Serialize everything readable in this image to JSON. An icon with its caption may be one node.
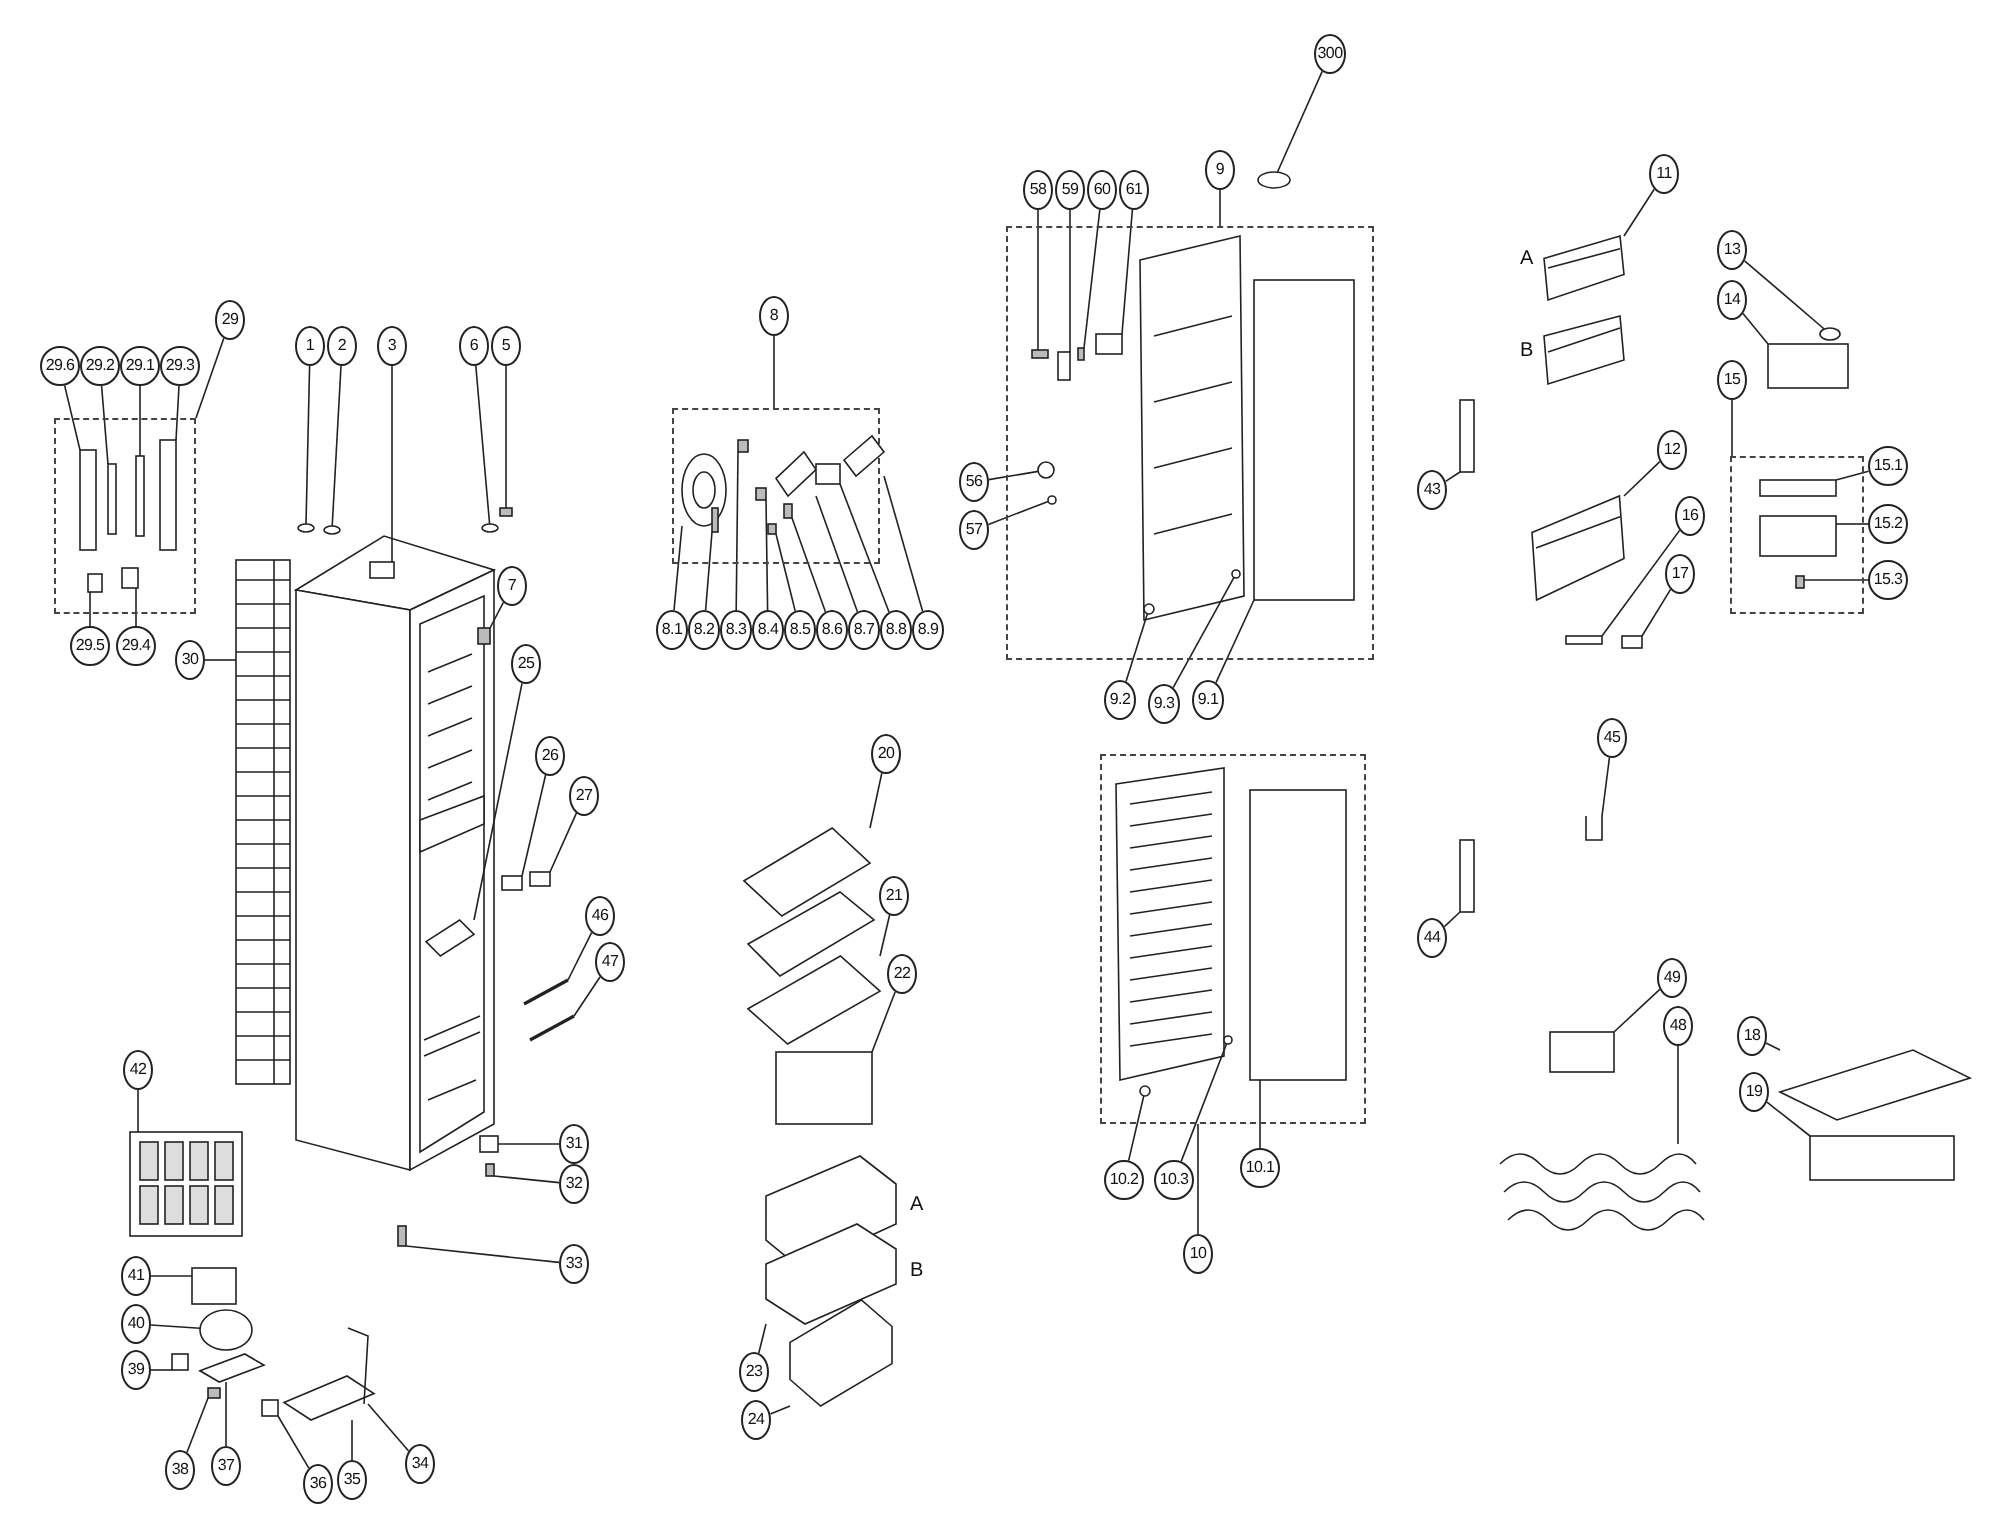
{
  "diagram": {
    "nodes": [
      {
        "text": [
          "300"
        ]
      },
      {
        "text": [
          "9"
        ]
      },
      {
        "text": [],
        "shape": "box"
      },
      {
        "text": [
          "58"
        ]
      },
      {
        "text": [
          "59"
        ]
      },
      {
        "text": [
          "60"
        ]
      },
      {
        "text": [
          "61"
        ]
      },
      {
        "text": [
          "11"
        ]
      },
      {
        "text": [
          "13"
        ]
      },
      {
        "text": [
          "14"
        ]
      },
      {
        "text": [
          "8"
        ]
      },
      {
        "text": [],
        "shape": "box"
      },
      {
        "text": [
          "29"
        ]
      },
      {
        "text": [],
        "shape": "box"
      },
      {
        "text": [
          "29.6"
        ]
      },
      {
        "text": [
          "29.2"
        ]
      },
      {
        "text": [
          "29.1"
        ]
      },
      {
        "text": [
          "29.3"
        ]
      },
      {
        "text": [
          "1"
        ]
      },
      {
        "text": [
          "2"
        ]
      },
      {
        "text": [
          "3"
        ]
      },
      {
        "text": [
          "6"
        ]
      },
      {
        "text": [
          "5"
        ]
      },
      {
        "text": [
          "15"
        ]
      },
      {
        "text": [],
        "shape": "box"
      },
      {
        "text": [
          "15.1"
        ]
      },
      {
        "text": [
          "12"
        ]
      },
      {
        "text": [
          "56"
        ]
      },
      {
        "text": [
          "43"
        ]
      },
      {
        "text": [
          "15.2"
        ]
      },
      {
        "text": [
          "57"
        ]
      },
      {
        "text": [
          "16"
        ]
      },
      {
        "text": [
          "17"
        ]
      },
      {
        "text": [
          "15.3"
        ]
      },
      {
        "text": [
          "7"
        ]
      },
      {
        "text": [
          "8.1"
        ]
      },
      {
        "text": [
          "8.2"
        ]
      },
      {
        "text": [
          "8.3"
        ]
      },
      {
        "text": [
          "8.4"
        ]
      },
      {
        "text": [
          "8.5"
        ]
      },
      {
        "text": [
          "8.6"
        ]
      },
      {
        "text": [
          "8.7"
        ]
      },
      {
        "text": [
          "8.8"
        ]
      },
      {
        "text": [
          "8.9"
        ]
      },
      {
        "text": [
          "29.5"
        ]
      },
      {
        "text": [
          "29.4"
        ]
      },
      {
        "text": [
          "30"
        ]
      },
      {
        "text": [
          "25"
        ]
      },
      {
        "text": [
          "9.2"
        ]
      },
      {
        "text": [
          "9.3"
        ]
      },
      {
        "text": [
          "9.1"
        ]
      },
      {
        "text": [
          "45"
        ]
      },
      {
        "text": [
          "26"
        ]
      },
      {
        "text": [
          "20"
        ]
      },
      {
        "text": [
          "27"
        ]
      },
      {
        "text": [],
        "shape": "box"
      },
      {
        "text": [
          "21"
        ]
      },
      {
        "text": [
          "44"
        ]
      },
      {
        "text": [
          "46"
        ]
      },
      {
        "text": [
          "47"
        ]
      },
      {
        "text": [
          "22"
        ]
      },
      {
        "text": [
          "49"
        ]
      },
      {
        "text": [
          "48"
        ]
      },
      {
        "text": [
          "18"
        ]
      },
      {
        "text": [
          "19"
        ]
      },
      {
        "text": [
          "42"
        ]
      },
      {
        "text": [
          "31"
        ]
      },
      {
        "text": [
          "10.2"
        ]
      },
      {
        "text": [
          "10.3"
        ]
      },
      {
        "text": [
          "10.1"
        ]
      },
      {
        "text": [
          "32"
        ]
      },
      {
        "text": [
          "10"
        ]
      },
      {
        "text": [
          "33"
        ]
      },
      {
        "text": [
          "41"
        ]
      },
      {
        "text": [
          "40"
        ]
      },
      {
        "text": [
          "39"
        ]
      },
      {
        "text": [
          "23"
        ]
      },
      {
        "text": [
          "24"
        ]
      },
      {
        "text": [
          "38"
        ]
      },
      {
        "text": [
          "37"
        ]
      },
      {
        "text": [
          "36"
        ]
      },
      {
        "text": [
          "35"
        ]
      },
      {
        "text": [
          "34"
        ]
      },
      {
        "text": [],
        "shape": "circle"
      },
      {
        "text": [],
        "shape": "box",
        "in": 2
      },
      {
        "text": [],
        "shape": "box",
        "in": 2
      },
      {
        "text": [],
        "shape": "box",
        "in": 2
      },
      {
        "text": [],
        "shape": "box",
        "in": 2
      },
      {
        "text": [],
        "shape": "picture"
      },
      {
        "text": [],
        "shape": "circle"
      },
      {
        "text": [],
        "shape": "box"
      },
      {
        "text": [],
        "shape": "picture",
        "in": 11
      },
      {
        "text": [],
        "shape": "box",
        "in": 11
      },
      {
        "text": [],
        "shape": "box",
        "in": 11
      },
      {
        "text": [],
        "shape": "box",
        "in": 11
      },
      {
        "text": [],
        "shape": "box",
        "in": 11
      },
      {
        "text": [],
        "shape": "box",
        "in": 11
      },
      {
        "text": [],
        "shape": "picture",
        "in": 11
      },
      {
        "text": [],
        "shape": "box",
        "in": 11
      },
      {
        "text": [],
        "shape": "picture",
        "in": 11
      },
      {
        "text": [],
        "shape": "box",
        "in": 13
      },
      {
        "text": [],
        "shape": "box",
        "in": 13
      },
      {
        "text": [],
        "shape": "box",
        "in": 13
      },
      {
        "text": [],
        "shape": "box",
        "in": 13
      },
      {
        "text": [],
        "shape": "circle"
      },
      {
        "text": [],
        "shape": "circle"
      },
      {
        "text": [],
        "shape": "box"
      },
      {
        "text": [],
        "shape": "circle"
      },
      {
        "text": [],
        "shape": "box"
      },
      {
        "text": [],
        "shape": "box"
      },
      {
        "text": [],
        "shape": "box",
        "in": 24
      },
      {
        "text": [],
        "shape": "picture"
      },
      {
        "text": [],
        "shape": "circle",
        "in": 2
      },
      {
        "text": [],
        "shape": "box"
      },
      {
        "text": [],
        "shape": "box",
        "in": 24
      },
      {
        "text": [],
        "shape": "circle",
        "in": 2
      },
      {
        "text": [],
        "shape": "box"
      },
      {
        "text": [],
        "shape": "box"
      },
      {
        "text": [],
        "shape": "box",
        "in": 24
      },
      {
        "text": [],
        "shape": "box",
        "in": 13
      },
      {
        "text": [],
        "shape": "box",
        "in": 13
      },
      {
        "text": [],
        "shape": "picture"
      },
      {
        "text": [],
        "shape": "picture"
      },
      {
        "text": [],
        "shape": "circle",
        "in": 2
      },
      {
        "text": [],
        "shape": "circle",
        "in": 2
      },
      {
        "text": [],
        "shape": "box",
        "in": 2
      },
      {
        "text": [],
        "shape": "picture"
      },
      {
        "text": [],
        "shape": "box"
      },
      {
        "text": [],
        "shape": "picture"
      },
      {
        "text": [],
        "shape": "box"
      },
      {
        "text": [],
        "shape": "picture"
      },
      {
        "text": [],
        "shape": "box"
      },
      {
        "text": [],
        "shape": "picture"
      },
      {
        "text": [],
        "shape": "picture"
      },
      {
        "text": [],
        "shape": "box"
      },
      {
        "text": [],
        "shape": "box"
      },
      {
        "text": [],
        "shape": "picture"
      },
      {
        "text": [],
        "shape": "picture"
      },
      {
        "text": [],
        "shape": "box"
      },
      {
        "text": [],
        "shape": "picture"
      },
      {
        "text": [],
        "shape": "box"
      },
      {
        "text": [],
        "shape": "circle",
        "in": 55
      },
      {
        "text": [],
        "shape": "circle",
        "in": 55
      },
      {
        "text": [],
        "shape": "box",
        "in": 55
      },
      {
        "text": [],
        "shape": "box"
      },
      {
        "text": [],
        "shape": "box"
      },
      {
        "text": [],
        "shape": "box"
      },
      {
        "text": [],
        "shape": "circle"
      },
      {
        "text": [],
        "shape": "box"
      },
      {
        "text": [],
        "shape": "picture"
      },
      {
        "text": [],
        "shape": "picture"
      },
      {
        "text": [],
        "shape": "box"
      },
      {
        "text": [],
        "shape": "picture"
      },
      {
        "text": [],
        "shape": "box"
      },
      {
        "text": [],
        "shape": "picture"
      },
      {
        "text": [],
        "shape": "picture"
      }
    ],
    "edges": [
      {
        "from": 0,
        "to": 83,
        "arrow": "none"
      },
      {
        "from": 1,
        "to": 2,
        "arrow": "none"
      },
      {
        "from": 3,
        "to": 84,
        "arrow": "none"
      },
      {
        "from": 4,
        "to": 85,
        "arrow": "none"
      },
      {
        "from": 5,
        "to": 86,
        "arrow": "none"
      },
      {
        "from": 6,
        "to": 87,
        "arrow": "none"
      },
      {
        "from": 7,
        "to": 88,
        "arrow": "none"
      },
      {
        "from": 8,
        "to": 89,
        "arrow": "none"
      },
      {
        "from": 9,
        "to": 90,
        "arrow": "none"
      },
      {
        "from": 10,
        "to": 11,
        "arrow": "none"
      },
      {
        "from": 12,
        "to": 13,
        "arrow": "none"
      },
      {
        "from": 14,
        "to": 100,
        "arrow": "none"
      },
      {
        "from": 15,
        "to": 101,
        "arrow": "none"
      },
      {
        "from": 16,
        "to": 102,
        "arrow": "none"
      },
      {
        "from": 17,
        "to": 103,
        "arrow": "none"
      },
      {
        "from": 18,
        "to": 104,
        "arrow": "none"
      },
      {
        "from": 19,
        "to": 105,
        "arrow": "none"
      },
      {
        "from": 20,
        "to": 106,
        "arrow": "none"
      },
      {
        "from": 21,
        "to": 107,
        "arrow": "none"
      },
      {
        "from": 22,
        "to": 108,
        "arrow": "none"
      },
      {
        "from": 23,
        "to": 24,
        "arrow": "none"
      },
      {
        "from": 25,
        "to": 110,
        "arrow": "none"
      },
      {
        "from": 26,
        "to": 111,
        "arrow": "none"
      },
      {
        "from": 27,
        "to": 112,
        "arrow": "none"
      },
      {
        "from": 28,
        "to": 113,
        "arrow": "none"
      },
      {
        "from": 29,
        "to": 114,
        "arrow": "none"
      },
      {
        "from": 30,
        "to": 115,
        "arrow": "none"
      },
      {
        "from": 31,
        "to": 116,
        "arrow": "none"
      },
      {
        "from": 32,
        "to": 117,
        "arrow": "none"
      },
      {
        "from": 33,
        "to": 118,
        "arrow": "none"
      },
      {
        "from": 34,
        "to": 109,
        "arrow": "none"
      },
      {
        "from": 35,
        "to": 91,
        "arrow": "none"
      },
      {
        "from": 36,
        "to": 92,
        "arrow": "none"
      },
      {
        "from": 37,
        "to": 93,
        "arrow": "none"
      },
      {
        "from": 38,
        "to": 94,
        "arrow": "none"
      },
      {
        "from": 39,
        "to": 95,
        "arrow": "none"
      },
      {
        "from": 40,
        "to": 96,
        "arrow": "none"
      },
      {
        "from": 41,
        "to": 97,
        "arrow": "none"
      },
      {
        "from": 42,
        "to": 98,
        "arrow": "none"
      },
      {
        "from": 43,
        "to": 99,
        "arrow": "none"
      },
      {
        "from": 44,
        "to": 119,
        "arrow": "none"
      },
      {
        "from": 45,
        "to": 120,
        "arrow": "none"
      },
      {
        "from": 46,
        "to": 121,
        "arrow": "none"
      },
      {
        "from": 47,
        "to": 122,
        "arrow": "none"
      },
      {
        "from": 48,
        "to": 123,
        "arrow": "none"
      },
      {
        "from": 49,
        "to": 124,
        "arrow": "none"
      },
      {
        "from": 50,
        "to": 125,
        "arrow": "none"
      },
      {
        "from": 51,
        "to": 126,
        "arrow": "none"
      },
      {
        "from": 52,
        "to": 127,
        "arrow": "none"
      },
      {
        "from": 53,
        "to": 128,
        "arrow": "none"
      },
      {
        "from": 54,
        "to": 129,
        "arrow": "none"
      },
      {
        "from": 56,
        "to": 130,
        "arrow": "none"
      },
      {
        "from": 57,
        "to": 131,
        "arrow": "none"
      },
      {
        "from": 58,
        "to": 132,
        "arrow": "none"
      },
      {
        "from": 59,
        "to": 133,
        "arrow": "none"
      },
      {
        "from": 60,
        "to": 134,
        "arrow": "none"
      },
      {
        "from": 61,
        "to": 135,
        "arrow": "none"
      },
      {
        "from": 62,
        "to": 136,
        "arrow": "none"
      },
      {
        "from": 63,
        "to": 137,
        "arrow": "none"
      },
      {
        "from": 64,
        "to": 138,
        "arrow": "none"
      },
      {
        "from": 65,
        "to": 139,
        "arrow": "none"
      },
      {
        "from": 66,
        "to": 140,
        "arrow": "none"
      },
      {
        "from": 67,
        "to": 141,
        "arrow": "none"
      },
      {
        "from": 68,
        "to": 142,
        "arrow": "none"
      },
      {
        "from": 69,
        "to": 143,
        "arrow": "none"
      },
      {
        "from": 70,
        "to": 144,
        "arrow": "none"
      },
      {
        "from": 71,
        "to": 55,
        "arrow": "none"
      },
      {
        "from": 72,
        "to": 145,
        "arrow": "none"
      },
      {
        "from": 73,
        "to": 146,
        "arrow": "none"
      },
      {
        "from": 74,
        "to": 147,
        "arrow": "none"
      },
      {
        "from": 75,
        "to": 148,
        "arrow": "none"
      },
      {
        "from": 76,
        "to": 149,
        "arrow": "none"
      },
      {
        "from": 77,
        "to": 150,
        "arrow": "none"
      },
      {
        "from": 78,
        "to": 151,
        "arrow": "none"
      },
      {
        "from": 79,
        "to": 152,
        "arrow": "none"
      },
      {
        "from": 80,
        "to": 153,
        "arrow": "none"
      },
      {
        "from": 81,
        "to": 154,
        "arrow": "none"
      },
      {
        "from": 82,
        "to": 155,
        "arrow": "none"
      }
    ],
    "labels": [
      "A",
      "B",
      "A",
      "B"
    ]
  }
}
